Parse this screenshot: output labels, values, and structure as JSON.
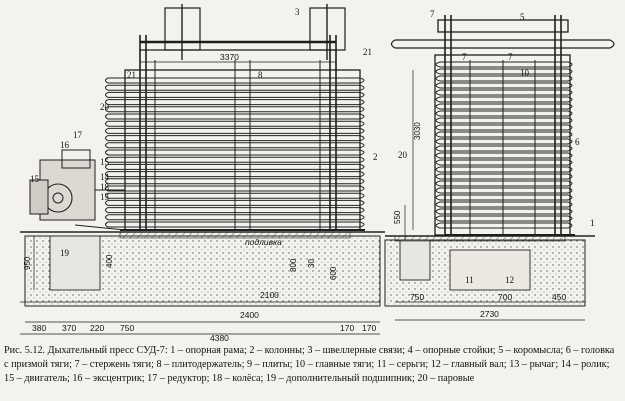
{
  "figure": {
    "caption": "Рис. 5.12. Дыхательный пресс СУД-7: 1 – опорная рама; 2 – колонны; 3 – швеллерные связи; 4 – опорные стойки; 5 – коромысла; 6 – головка с призмой тяги; 7 – стержень тяги; 8 – плитодержатель; 9 – плиты; 10 – главные тяги; 11 – серьги; 12 – главный вал; 13 – рычаг; 14 – ролик; 15 – двигатель; 16 – эксцентрик; 17 – редуктор; 18 – колёса; 19 – дополнительный подшипник; 20 – паровые"
  },
  "callouts": {
    "c1": "1",
    "c2": "2",
    "c3": "3",
    "c5": "5",
    "c6": "6",
    "c7a": "7",
    "c7b": "7",
    "c7c": "7",
    "c8": "8",
    "c10": "10",
    "c11": "11",
    "c12": "12",
    "c13": "13",
    "c14": "14",
    "c15": "15",
    "c15b": "15",
    "c16": "16",
    "c17": "17",
    "c18": "18",
    "c19": "19",
    "c20a": "20",
    "c20b": "20",
    "c21a": "21",
    "c21b": "21"
  },
  "dimensions": {
    "d3370": "3370",
    "d3030": "3030",
    "d550": "550",
    "d950": "950",
    "d400": "400",
    "d800": "800",
    "d600": "600",
    "d30": "30",
    "d2100": "2100",
    "d2400": "2400",
    "d4380": "4380",
    "d380": "380",
    "d370": "370",
    "d220": "220",
    "d750": "750",
    "d170a": "170",
    "d170b": "170",
    "d750r": "750",
    "d700": "700",
    "d450": "450",
    "d2730": "2730",
    "foundation_label": "подливка"
  }
}
